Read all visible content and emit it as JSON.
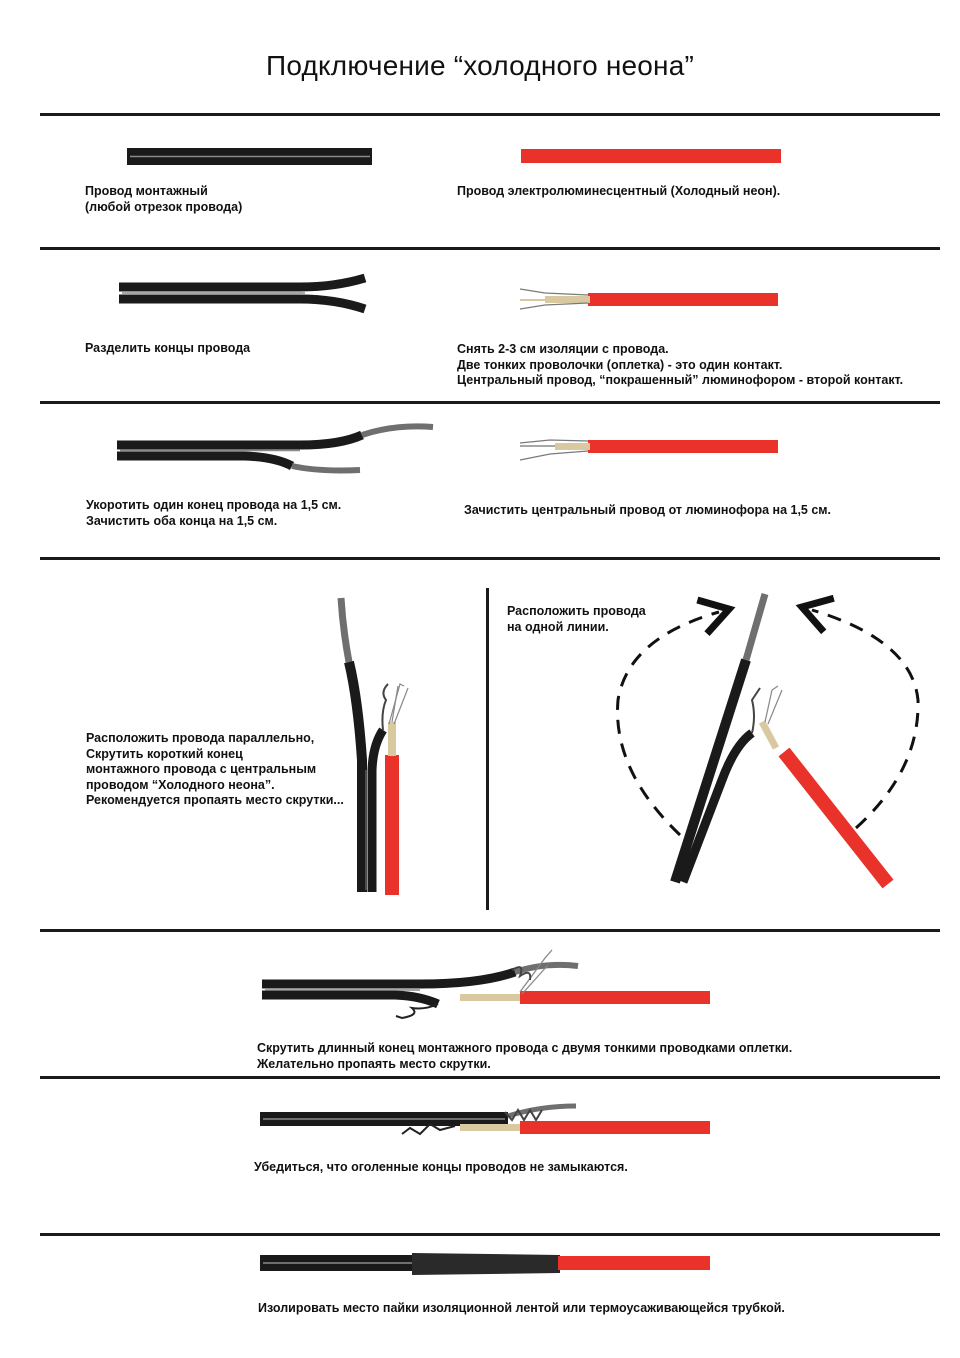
{
  "title": "Подключение “холодного неона”",
  "colors": {
    "wire_black": "#1a1a1a",
    "wire_highlight": "#8a8a8a",
    "neon_red": "#e8322a",
    "core_beige": "#d9c9a0",
    "strand_grey": "#7a7a7a",
    "rule": "#1a1a1a"
  },
  "steps": {
    "s1_left": "Провод монтажный\n(любой отрезок провода)",
    "s1_right": "Провод электролюминесцентный (Холодный неон).",
    "s2_left": "Разделить концы провода",
    "s2_right": "Снять 2-3 см изоляции с провода.\nДве тонких проволочки (оплетка) - это один контакт.\nЦентральный провод, “покрашенный” люминофором - второй контакт.",
    "s3_left": "Укоротить один конец провода на 1,5 см.\nЗачистить оба конца на 1,5 см.",
    "s3_right": "Зачистить центральный провод от люминофора на 1,5 см.",
    "s4_left": "Расположить провода параллельно,\nСкрутить короткий конец\nмонтажного провода с центральным\nпроводом “Холодного неона”.\nРекомендуется пропаять место скрутки...",
    "s4_right": "Расположить провода\nна одной линии.",
    "s5": "Скрутить длинный конец монтажного провода с двумя тонкими проводками оплетки.\nЖелательно пропаять место скрутки.",
    "s6": "Убедиться, что оголенные концы проводов не замыкаются.",
    "s7": "Изолировать место пайки изоляционной лентой или термоусаживающейся трубкой."
  }
}
